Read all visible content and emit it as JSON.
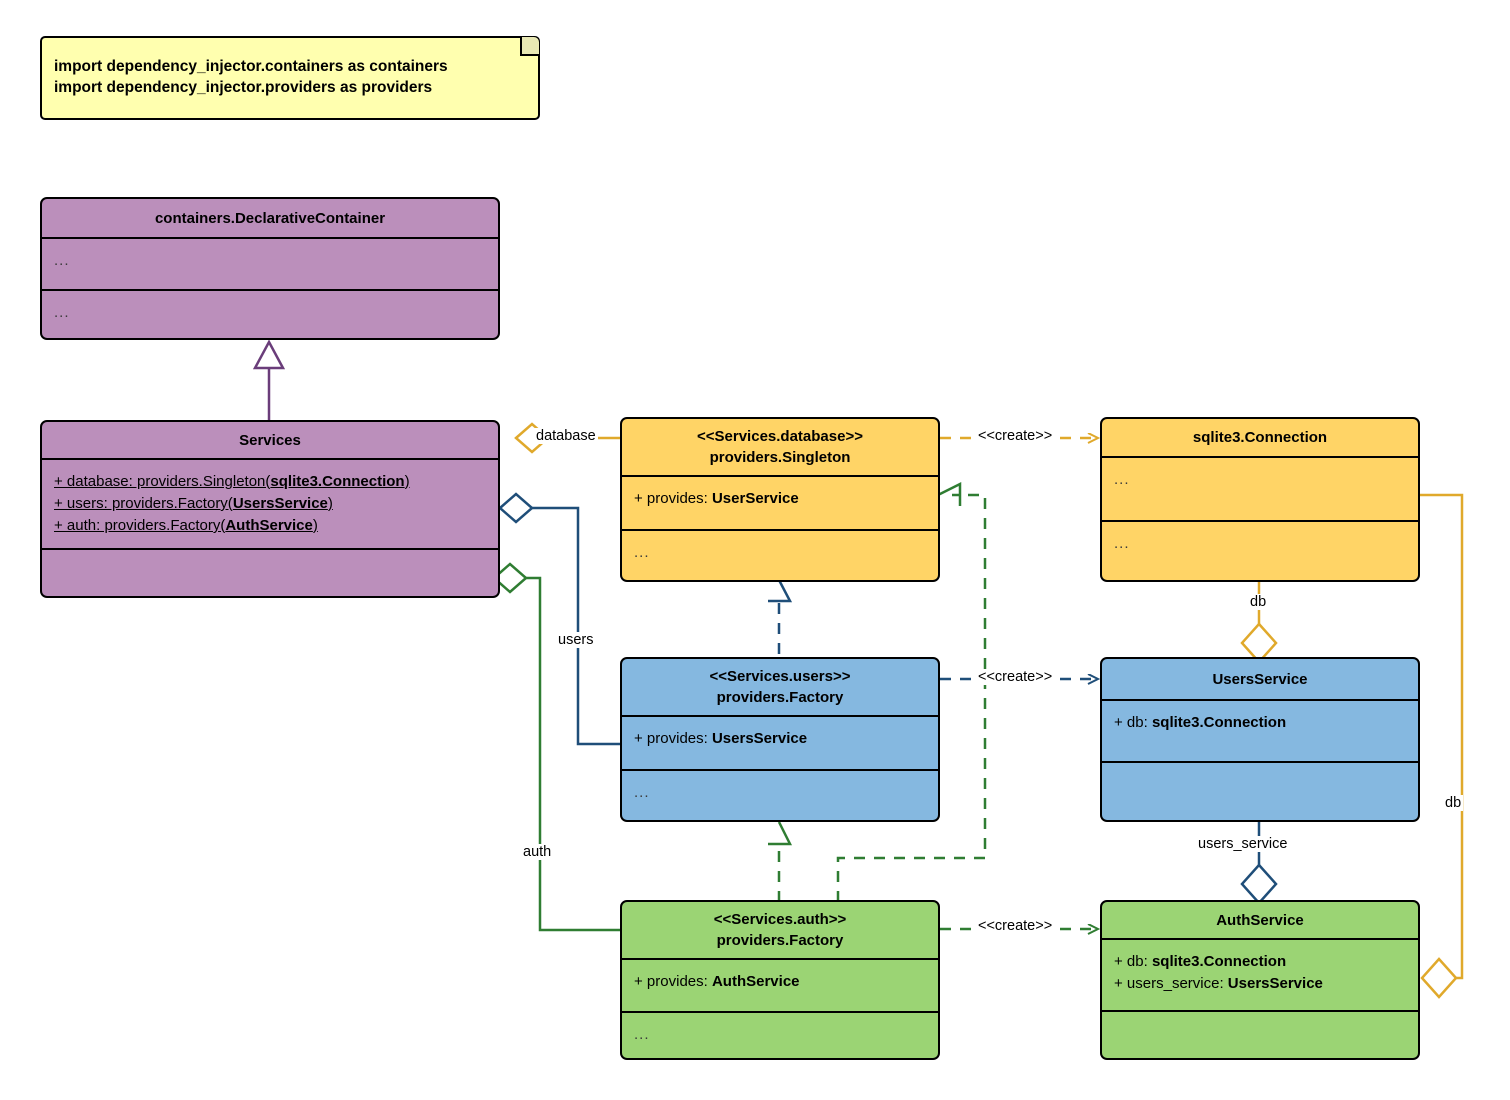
{
  "diagram": {
    "title": "dependency_injector Services container UML class diagram",
    "note": {
      "line1": "import dependency_injector.containers as containers",
      "line2": "import dependency_injector.providers as providers"
    },
    "colors": {
      "note_fill": "#ffffaf",
      "purple": "#bb8fbb",
      "yellow": "#ffd466",
      "blue": "#85b8e0",
      "green": "#9bd474",
      "purple_line": "#6a3d7a",
      "yellow_line": "#e0a92b",
      "blue_line": "#1f4e79",
      "green_line": "#2f7d32",
      "stroke": "#000000"
    },
    "classes": [
      {
        "id": "declarative-container",
        "name": "containers.DeclarativeContainer",
        "stereotype": "",
        "color": "purple",
        "attributes": [
          "..."
        ],
        "methods": [
          "..."
        ]
      },
      {
        "id": "services",
        "name": "Services",
        "stereotype": "",
        "color": "purple",
        "attributes": [
          "+ database: providers.Singleton(sqlite3.Connection)",
          "+ users: providers.Factory(UsersService)",
          "+ auth: providers.Factory(AuthService)"
        ],
        "methods": []
      },
      {
        "id": "services-database",
        "name": "providers.Singleton",
        "stereotype": "<<Services.database>>",
        "color": "yellow",
        "attributes": [
          "+ provides: UserService"
        ],
        "methods": [
          "..."
        ]
      },
      {
        "id": "sqlite3-connection",
        "name": "sqlite3.Connection",
        "stereotype": "",
        "color": "yellow",
        "attributes": [
          "..."
        ],
        "methods": [
          "..."
        ]
      },
      {
        "id": "services-users",
        "name": "providers.Factory",
        "stereotype": "<<Services.users>>",
        "color": "blue",
        "attributes": [
          "+ provides: UsersService"
        ],
        "methods": [
          "..."
        ]
      },
      {
        "id": "users-service",
        "name": "UsersService",
        "stereotype": "",
        "color": "blue",
        "attributes": [
          "+ db: sqlite3.Connection"
        ],
        "methods": []
      },
      {
        "id": "services-auth",
        "name": "providers.Factory",
        "stereotype": "<<Services.auth>>",
        "color": "green",
        "attributes": [
          "+ provides: AuthService"
        ],
        "methods": [
          "..."
        ]
      },
      {
        "id": "auth-service",
        "name": "AuthService",
        "stereotype": "",
        "color": "green",
        "attributes": [
          "+ db: sqlite3.Connection",
          "+ users_service: UsersService"
        ],
        "methods": []
      }
    ],
    "class_text": {
      "declarative_container_name": "containers.DeclarativeContainer",
      "declarative_container_attr": "...",
      "declarative_container_method": "...",
      "services_name": "Services",
      "services_attr1_pre": "+ database: providers.Singleton(",
      "services_attr1_bold": "sqlite3.Connection",
      "services_attr1_post": ")",
      "services_attr2_pre": "+ users: providers.Factory(",
      "services_attr2_bold": "UsersService",
      "services_attr2_post": ")",
      "services_attr3_pre": "+ auth: providers.Factory(",
      "services_attr3_bold": "AuthService",
      "services_attr3_post": ")",
      "db_prov_stereo": "<<Services.database>>",
      "db_prov_name": "providers.Singleton",
      "db_prov_attr_pre": "+ provides: ",
      "db_prov_attr_bold": "UserService",
      "db_prov_method": "...",
      "sqlite_name": "sqlite3.Connection",
      "sqlite_attr": "...",
      "sqlite_method": "...",
      "users_prov_stereo": "<<Services.users>>",
      "users_prov_name": "providers.Factory",
      "users_prov_attr_pre": "+ provides: ",
      "users_prov_attr_bold": "UsersService",
      "users_prov_method": "...",
      "users_svc_name": "UsersService",
      "users_svc_attr_pre": "+ db: ",
      "users_svc_attr_bold": "sqlite3.Connection",
      "auth_prov_stereo": "<<Services.auth>>",
      "auth_prov_name": "providers.Factory",
      "auth_prov_attr_pre": "+ provides: ",
      "auth_prov_attr_bold": "AuthService",
      "auth_prov_method": "...",
      "auth_svc_name": "AuthService",
      "auth_svc_attr1_pre": "+ db: ",
      "auth_svc_attr1_bold": "sqlite3.Connection",
      "auth_svc_attr2_pre": "+ users_service: ",
      "auth_svc_attr2_bold": "UsersService"
    },
    "edges": [
      {
        "id": "inherit-services",
        "from": "services",
        "to": "declarative-container",
        "type": "generalization",
        "color": "#6a3d7a",
        "label": ""
      },
      {
        "id": "agg-database",
        "from": "services",
        "to": "services-database",
        "type": "aggregation",
        "color": "#e0a92b",
        "label": "database"
      },
      {
        "id": "agg-users",
        "from": "services",
        "to": "services-users",
        "type": "aggregation",
        "color": "#1f4e79",
        "label": "users"
      },
      {
        "id": "agg-auth",
        "from": "services",
        "to": "services-auth",
        "type": "aggregation",
        "color": "#2f7d32",
        "label": "auth"
      },
      {
        "id": "create-database",
        "from": "services-database",
        "to": "sqlite3-connection",
        "type": "dependency",
        "color": "#e0a92b",
        "label": "<<create>>"
      },
      {
        "id": "create-users",
        "from": "services-users",
        "to": "users-service",
        "type": "dependency",
        "color": "#1f4e79",
        "label": "<<create>>"
      },
      {
        "id": "create-auth",
        "from": "services-auth",
        "to": "auth-service",
        "type": "dependency",
        "color": "#2f7d32",
        "label": "<<create>>"
      },
      {
        "id": "realize-users",
        "from": "services-users",
        "to": "services-database",
        "type": "realization",
        "color": "#1f4e79",
        "label": ""
      },
      {
        "id": "realize-auth-users",
        "from": "services-auth",
        "to": "services-users",
        "type": "realization",
        "color": "#2f7d32",
        "label": ""
      },
      {
        "id": "realize-auth-database",
        "from": "services-auth",
        "to": "services-database",
        "type": "realization",
        "color": "#2f7d32",
        "label": ""
      },
      {
        "id": "assoc-db-users",
        "from": "sqlite3-connection",
        "to": "users-service",
        "type": "aggregation",
        "color": "#e0a92b",
        "label": "db"
      },
      {
        "id": "assoc-db-auth",
        "from": "sqlite3-connection",
        "to": "auth-service",
        "type": "aggregation",
        "color": "#e0a92b",
        "label": "db"
      },
      {
        "id": "assoc-users-auth",
        "from": "users-service",
        "to": "auth-service",
        "type": "aggregation",
        "color": "#1f4e79",
        "label": "users_service"
      }
    ],
    "edge_labels": {
      "database": "database",
      "users": "users",
      "auth": "auth",
      "create": "<<create>>",
      "db": "db",
      "users_service": "users_service"
    }
  }
}
